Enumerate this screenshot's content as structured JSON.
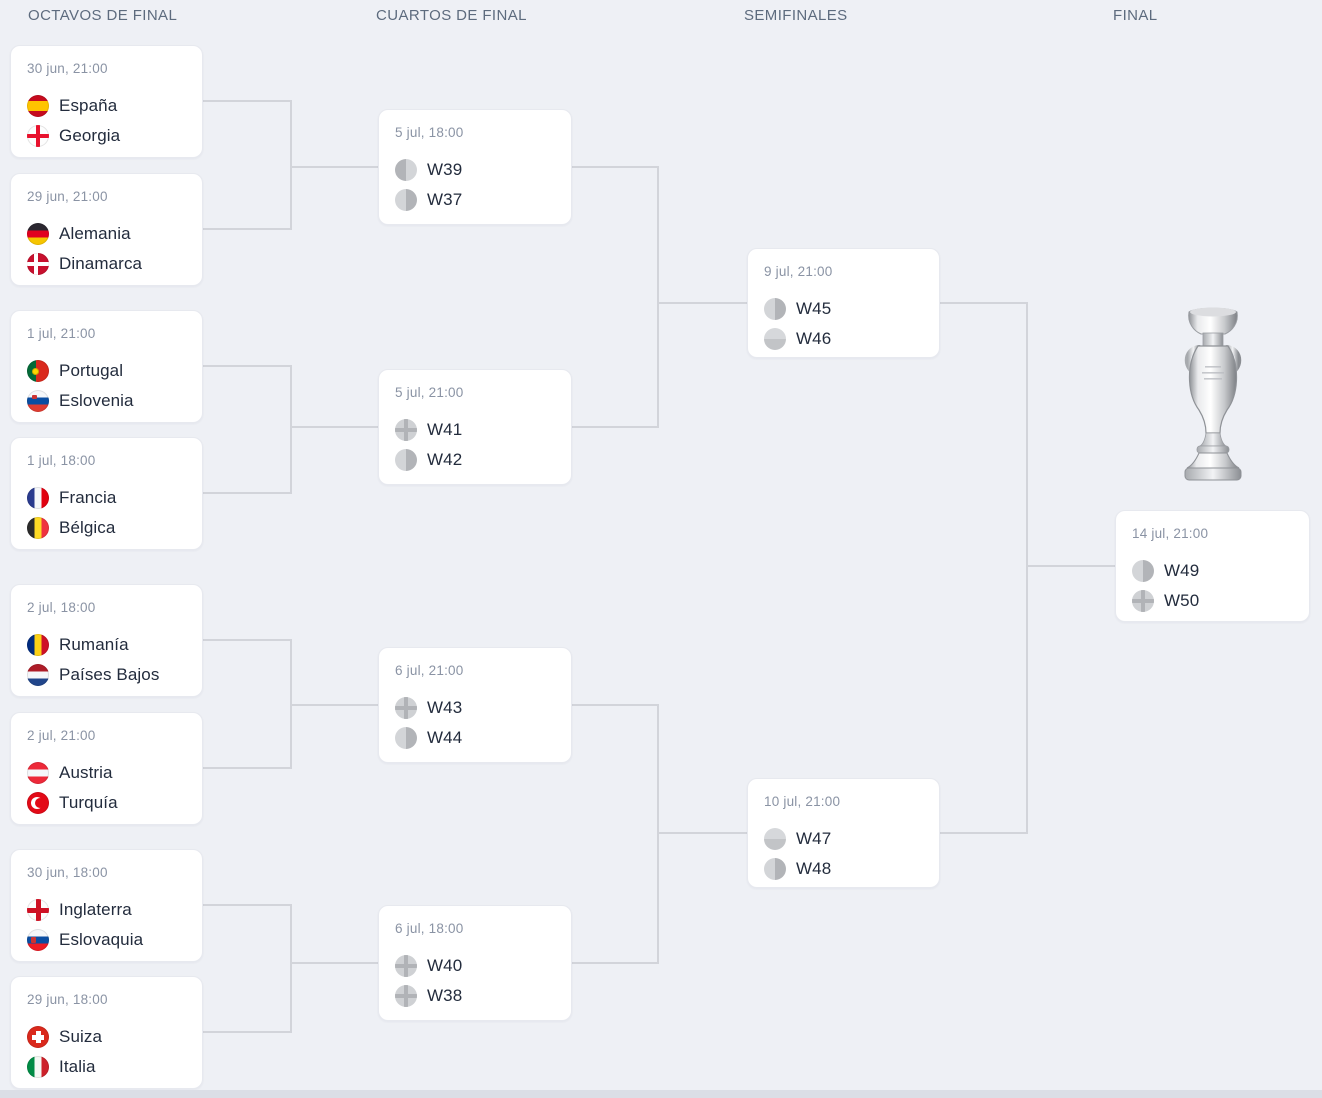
{
  "headers": [
    {
      "label": "OCTAVOS DE FINAL"
    },
    {
      "label": "CUARTOS DE FINAL"
    },
    {
      "label": "SEMIFINALES"
    },
    {
      "label": "FINAL"
    }
  ],
  "rounds": {
    "octavos": [
      {
        "datetime": "30 jun, 21:00",
        "home": {
          "name": "España",
          "flag": "esp"
        },
        "away": {
          "name": "Georgia",
          "flag": "geo"
        }
      },
      {
        "datetime": "29 jun, 21:00",
        "home": {
          "name": "Alemania",
          "flag": "ger"
        },
        "away": {
          "name": "Dinamarca",
          "flag": "den"
        }
      },
      {
        "datetime": "1 jul, 21:00",
        "home": {
          "name": "Portugal",
          "flag": "por"
        },
        "away": {
          "name": "Eslovenia",
          "flag": "svn"
        }
      },
      {
        "datetime": "1 jul, 18:00",
        "home": {
          "name": "Francia",
          "flag": "fra"
        },
        "away": {
          "name": "Bélgica",
          "flag": "bel"
        }
      },
      {
        "datetime": "2 jul, 18:00",
        "home": {
          "name": "Rumanía",
          "flag": "rou"
        },
        "away": {
          "name": "Países Bajos",
          "flag": "ned"
        }
      },
      {
        "datetime": "2 jul, 21:00",
        "home": {
          "name": "Austria",
          "flag": "aut"
        },
        "away": {
          "name": "Turquía",
          "flag": "tur"
        }
      },
      {
        "datetime": "30 jun, 18:00",
        "home": {
          "name": "Inglaterra",
          "flag": "eng"
        },
        "away": {
          "name": "Eslovaquia",
          "flag": "svk"
        }
      },
      {
        "datetime": "29 jun, 18:00",
        "home": {
          "name": "Suiza",
          "flag": "sui"
        },
        "away": {
          "name": "Italia",
          "flag": "ita"
        }
      }
    ],
    "cuartos": [
      {
        "datetime": "5 jul, 18:00",
        "home": {
          "name": "W39",
          "flag": "tbd-v"
        },
        "away": {
          "name": "W37",
          "flag": "tbd-v2"
        }
      },
      {
        "datetime": "5 jul, 21:00",
        "home": {
          "name": "W41",
          "flag": "tbd-cross"
        },
        "away": {
          "name": "W42",
          "flag": "tbd-v2"
        }
      },
      {
        "datetime": "6 jul, 21:00",
        "home": {
          "name": "W43",
          "flag": "tbd-cross"
        },
        "away": {
          "name": "W44",
          "flag": "tbd-v2"
        }
      },
      {
        "datetime": "6 jul, 18:00",
        "home": {
          "name": "W40",
          "flag": "tbd-cross"
        },
        "away": {
          "name": "W38",
          "flag": "tbd-cross"
        }
      }
    ],
    "semifinales": [
      {
        "datetime": "9 jul, 21:00",
        "home": {
          "name": "W45",
          "flag": "tbd-v2"
        },
        "away": {
          "name": "W46",
          "flag": "tbd-h"
        }
      },
      {
        "datetime": "10 jul, 21:00",
        "home": {
          "name": "W47",
          "flag": "tbd-h"
        },
        "away": {
          "name": "W48",
          "flag": "tbd-v2"
        }
      }
    ],
    "final": [
      {
        "datetime": "14 jul, 21:00",
        "home": {
          "name": "W49",
          "flag": "tbd-v2"
        },
        "away": {
          "name": "W50",
          "flag": "tbd-cross"
        }
      }
    ]
  },
  "trophy": {
    "name": "UEFA European Championship trophy"
  },
  "colors": {
    "background": "#eef0f5",
    "connector": "#d2d4da",
    "card_border": "#e7e9ef",
    "date_text": "#8a93a4",
    "team_text": "#232c3d",
    "header_text": "#5d6b7e",
    "bottom_bar": "#dbdee6"
  }
}
